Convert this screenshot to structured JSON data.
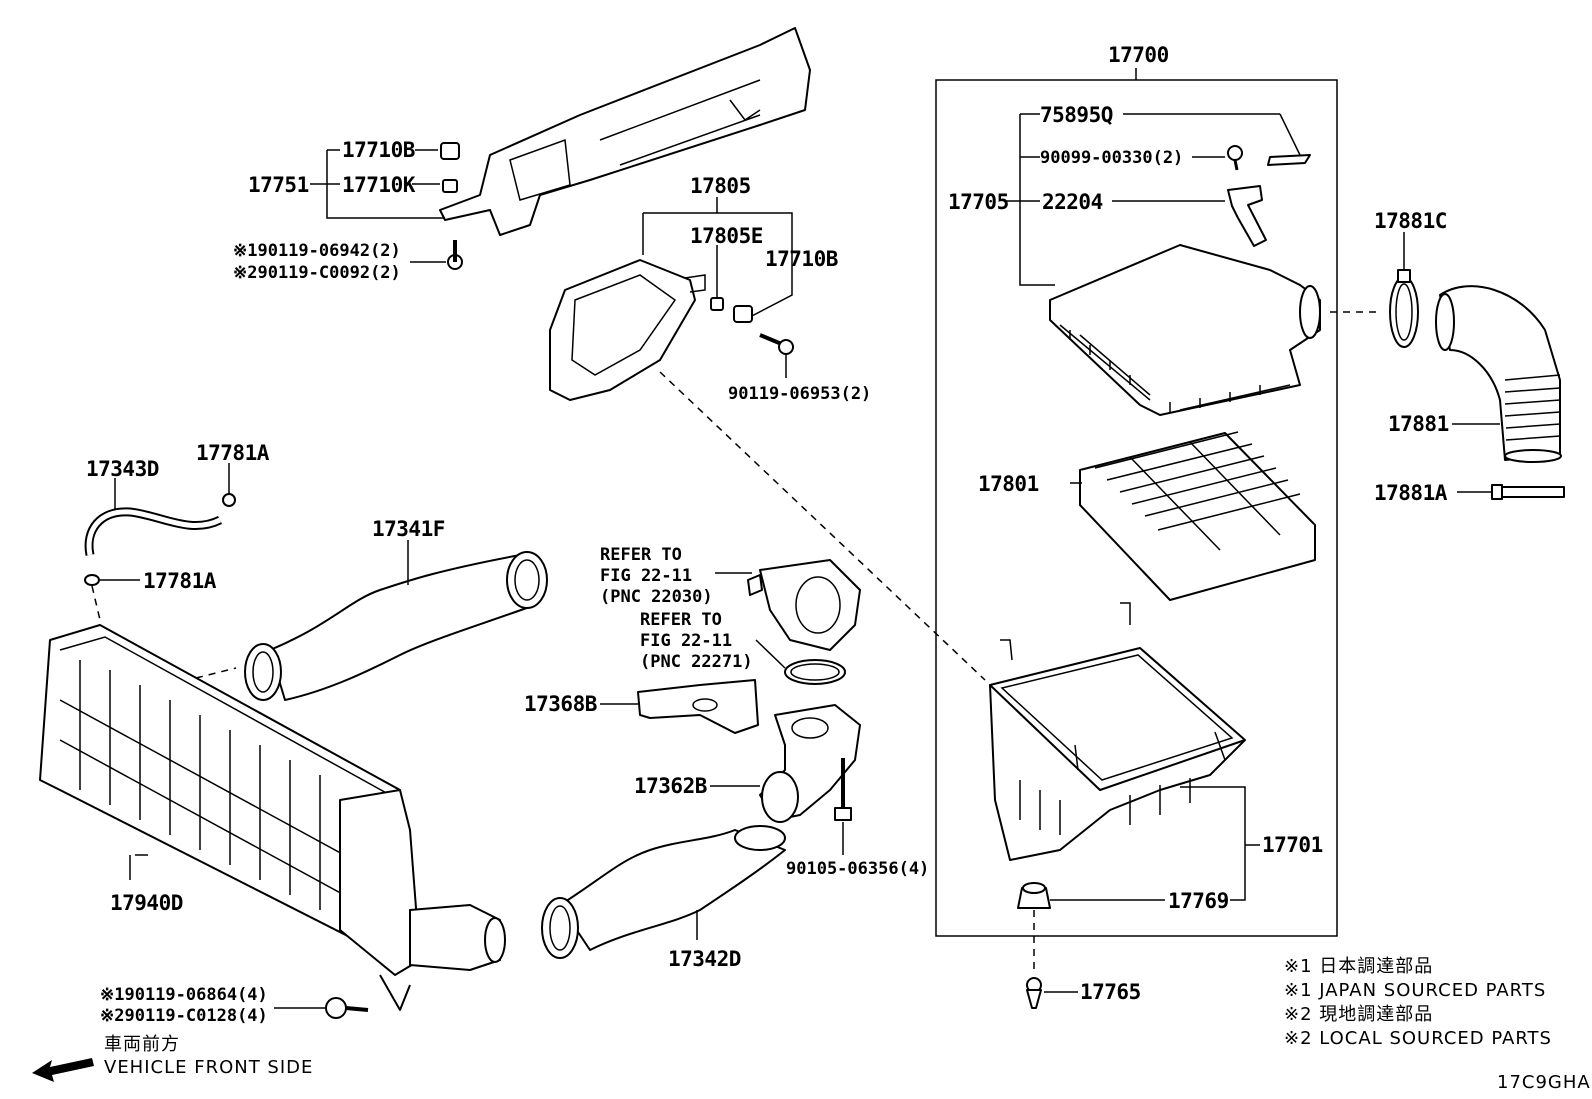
{
  "labels": {
    "p17700": "17700",
    "p75895Q": "75895Q",
    "p90099": "90099-00330(2)",
    "p17705": "17705",
    "p22204": "22204",
    "p17881C": "17881C",
    "p17881": "17881",
    "p17881A": "17881A",
    "p17801": "17801",
    "p17701": "17701",
    "p17769": "17769",
    "p17765": "17765",
    "p17710B_a": "17710B",
    "p17751": "17751",
    "p17710K": "17710K",
    "p90119_06942": "※190119-06942(2)",
    "p90119_C0092": "※290119-C0092(2)",
    "p17805": "17805",
    "p17805E": "17805E",
    "p17710B_b": "17710B",
    "p90119_06953": "90119-06953(2)",
    "p17343D": "17343D",
    "p17781A_a": "17781A",
    "p17781A_b": "17781A",
    "p17341F": "17341F",
    "refer1_a": "REFER TO",
    "refer1_b": "FIG 22-11",
    "refer1_c": "(PNC 22030)",
    "refer2_a": "REFER TO",
    "refer2_b": "FIG 22-11",
    "refer2_c": "(PNC 22271)",
    "p17368B": "17368B",
    "p17362B": "17362B",
    "p90105": "90105-06356(4)",
    "p17940D": "17940D",
    "p17342D": "17342D",
    "p90119_06864": "※190119-06864(4)",
    "p90119_C0128": "※290119-C0128(4)"
  },
  "notes": {
    "n1": "※1 日本調達部品",
    "n2": "※1 JAPAN SOURCED PARTS",
    "n3": "※2 現地調達部品",
    "n4": "※2 LOCAL SOURCED PARTS"
  },
  "front": {
    "jp": "車両前方",
    "en": "VEHICLE FRONT SIDE"
  },
  "figure_code": "17C9GHA"
}
